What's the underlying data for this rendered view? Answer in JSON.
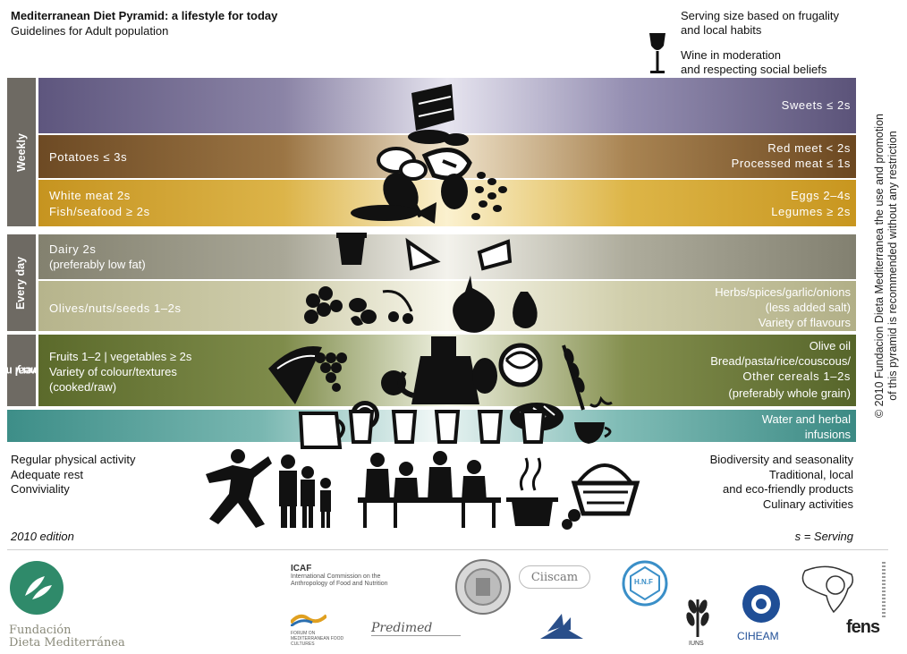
{
  "header": {
    "title": "Mediterranean Diet Pyramid: a lifestyle for today",
    "subtitle": "Guidelines for Adult population",
    "serving_line1": "Serving size based on frugality",
    "serving_line2": "and local habits",
    "wine_line1": "Wine in moderation",
    "wine_line2": "and respecting social beliefs"
  },
  "groups": {
    "weekly": "Weekly",
    "every_day": "Every day",
    "every_main_meal_1": "Every main",
    "every_main_meal_2": "meal"
  },
  "bands": {
    "sweets_right": "Sweets ≤ 2s",
    "potatoes_left": "Potatoes ≤ 3s",
    "red_meat_right": "Red meet < 2s",
    "processed_meat_right": "Processed meat ≤ 1s",
    "white_meat_left": "White meat 2s",
    "fish_left": "Fish/seafood ≥ 2s",
    "eggs_right": "Eggs 2–4s",
    "legumes_right": "Legumes ≥ 2s",
    "dairy_left": "Dairy 2s",
    "dairy_left_2": "(preferably low fat)",
    "olives_left": "Olives/nuts/seeds 1–2s",
    "herbs_right_1": "Herbs/spices/garlic/onions",
    "herbs_right_2": "(less added salt)",
    "herbs_right_3": "Variety of flavours",
    "fruits_left_1": "Fruits 1–2 | vegetables ≥ 2s",
    "fruits_left_2": "Variety of colour/textures",
    "fruits_left_3": "(cooked/raw)",
    "oliveoil_right_1": "Olive oil",
    "oliveoil_right_2": "Bread/pasta/rice/couscous/",
    "oliveoil_right_3": "Other cereals 1–2s",
    "oliveoil_right_4": "(preferably whole grain)",
    "water_right_1": "Water and herbal",
    "water_right_2": "infusions"
  },
  "bottom": {
    "left_1": "Regular physical activity",
    "left_2": "Adequate rest",
    "left_3": "Conviviality",
    "right_1": "Biodiversity and seasonality",
    "right_2": "Traditional, local",
    "right_3": "and eco-friendly products",
    "right_4": "Culinary activities",
    "edition": "2010 edition",
    "serving": "s = Serving"
  },
  "copyright": {
    "line1": "© 2010 Fundacion Dieta Mediterranea the use and promotion",
    "line2": "of this pyramid is recommended without any restriction"
  },
  "logos": {
    "fundacion_1": "Fundación",
    "fundacion_2": "Dieta Mediterránea",
    "icaf_title": "ICAF",
    "icaf_sub_1": "International Commission on the",
    "icaf_sub_2": "Anthropology of Food and Nutrition",
    "forum": "FORUM ON MEDITERRANEAN FOOD CULTURES",
    "predimed": "Predimed",
    "ciiscam": "Ciiscam",
    "hnf": "H.N.F",
    "iuns": "IUNS",
    "ciheam": "CIHEAM",
    "fens": "fens"
  },
  "colors": {
    "sweets": "#5e567e",
    "red_meat": "#6d4a24",
    "white_meat": "#c69420",
    "dairy": "#83816f",
    "olives": "#b6b48c",
    "main_meal": "#5b6a2b",
    "water": "#3d8e88",
    "group_tab": "#6e6a63",
    "fundacion_green": "#2f8a6a"
  }
}
